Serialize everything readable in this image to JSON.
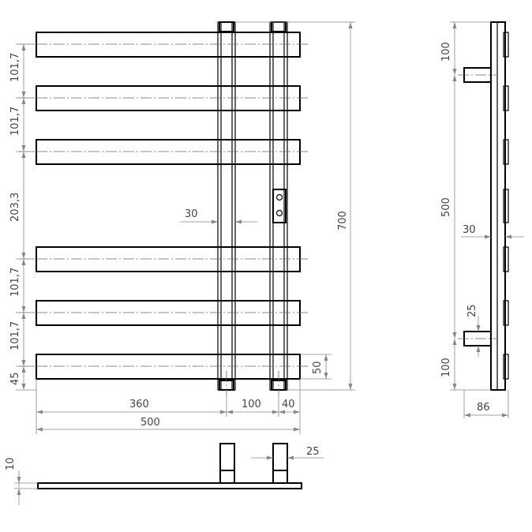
{
  "dimensions": {
    "bar_spacing_1": "101,7",
    "bar_spacing_2": "101,7",
    "bar_spacing_gap": "203,3",
    "bar_spacing_4": "101,7",
    "bar_spacing_5": "101,7",
    "bottom_offset": "45",
    "total_height": "700",
    "pipe_width": "30",
    "bar_height": "50",
    "left_span": "360",
    "pipe_spacing": "100",
    "right_overhang": "40",
    "total_width": "500",
    "side_top_offset": "100",
    "side_center_span": "500",
    "side_pipe_depth": "30",
    "side_mount_height": "25",
    "side_bottom_offset": "100",
    "side_total_depth": "86",
    "bottom_height": "10",
    "bottom_pipe_width": "25"
  }
}
